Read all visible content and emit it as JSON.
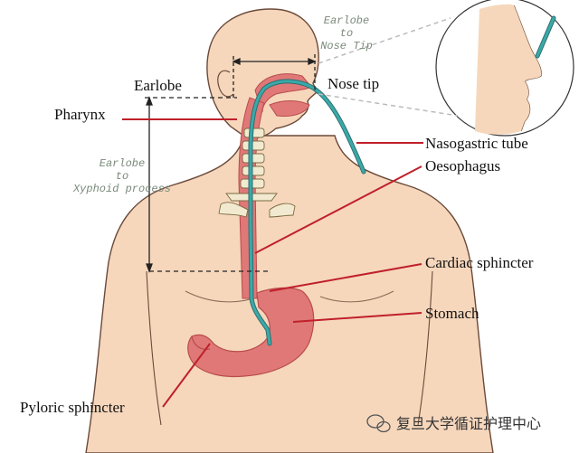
{
  "labels": {
    "earlobe": "Earlobe",
    "nose_tip": "Nose tip",
    "pharynx": "Pharynx",
    "nasogastric_tube": "Nasogastric tube",
    "oesophagus": "Oesophagus",
    "cardiac_sphincter": "Cardiac sphincter",
    "stomach": "Stomach",
    "pyloric_sphincter": "Pyloric sphincter"
  },
  "measures": {
    "earlobe_to_nose_tip": [
      "Earlobe",
      "to",
      "Nose Tip"
    ],
    "earlobe_to_xyphoid": [
      "Earlobe",
      "to",
      "Xyphoid process"
    ]
  },
  "watermark": "复旦大学循证护理中心",
  "colors": {
    "skin": "#f6d7bc",
    "skin_outline": "#6b4a3a",
    "organ": "#e07878",
    "organ_dark": "#b84c4c",
    "tube": "#3aa9a9",
    "leader": "#c0202a",
    "dashed": "#222222"
  }
}
